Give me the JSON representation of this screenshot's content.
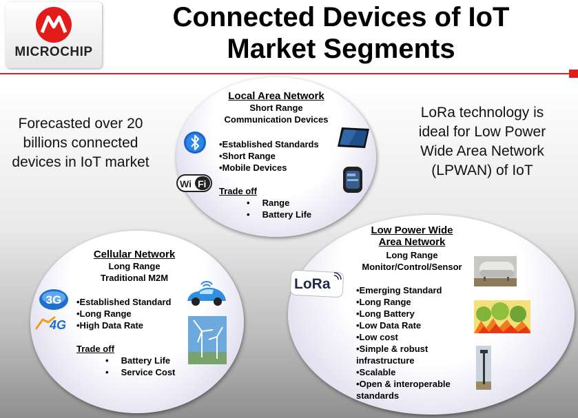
{
  "logo": {
    "text": "MICROCHIP"
  },
  "title": {
    "line1": "Connected Devices of IoT",
    "line2": "Market Segments"
  },
  "left_text": [
    "Forecasted over 20",
    "billions connected",
    "devices in IoT market"
  ],
  "right_text": [
    "LoRa technology is",
    "ideal for Low Power",
    "Wide Area Network",
    "(LPWAN) of IoT"
  ],
  "lan": {
    "heading": "Local Area Network",
    "sub1": "Short Range",
    "sub2": "Communication Devices",
    "bullets": [
      "•Established Standards",
      "•Short Range",
      "•Mobile Devices"
    ],
    "tradeoff_label": "Trade off",
    "tradeoffs": [
      "•     Range",
      "•     Battery Life"
    ],
    "wifi_label": "Wi Fi"
  },
  "cellular": {
    "heading": "Cellular Network",
    "sub1": "Long Range",
    "sub2": "Traditional M2M",
    "bullets": [
      "•Established Standard",
      "•Long Range",
      "•High Data Rate"
    ],
    "tradeoff_label": "Trade off",
    "tradeoffs": [
      "•     Battery Life",
      "•     Service Cost"
    ],
    "badge_3g": "3G",
    "badge_4g": "4G"
  },
  "lpwan": {
    "heading1": "Low Power Wide",
    "heading2": "Area Network",
    "sub1": "Long Range",
    "sub2": "Monitor/Control/Sensor",
    "bullets": [
      "•Emerging Standard",
      "•Long Range",
      "•Long Battery",
      "•Low Data Rate",
      "•Low cost",
      "•Simple & robust",
      "infrastructure",
      "•Scalable",
      "•Open & interoperable",
      "standards"
    ],
    "lora_label": "LoRa"
  }
}
